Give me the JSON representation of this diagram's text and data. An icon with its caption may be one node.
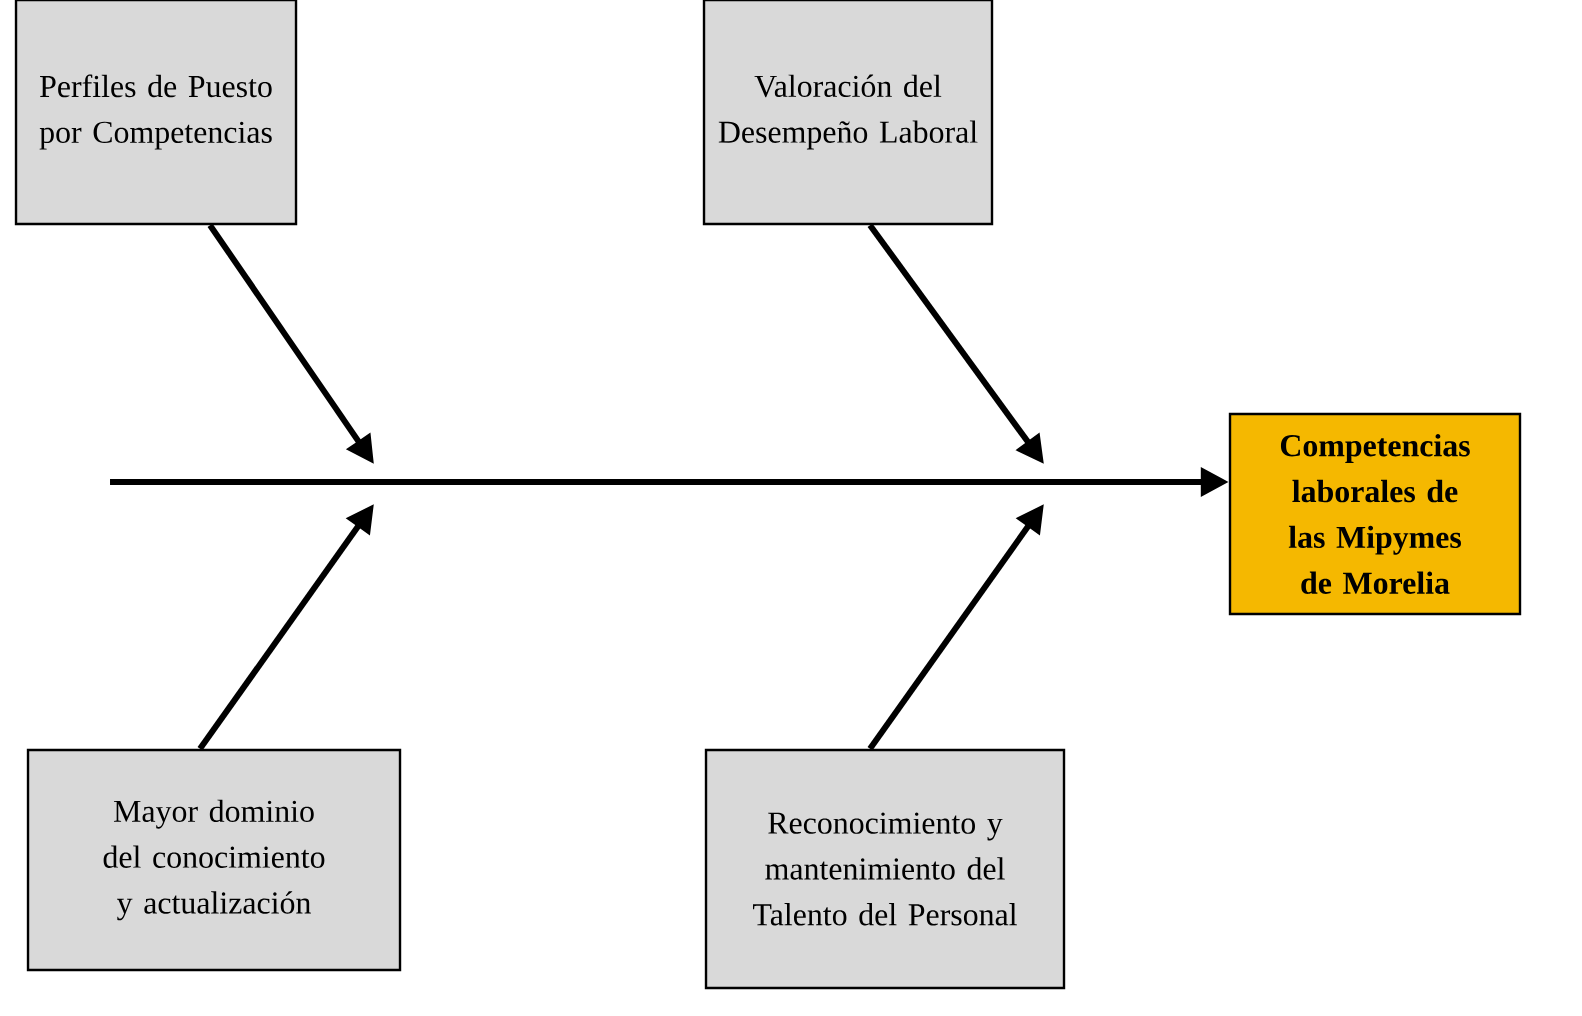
{
  "diagram": {
    "nodes": [
      {
        "text": [
          "Perfiles de Puesto por Competencias"
        ]
      },
      {
        "text": [
          "Valoración del Desempeño Laboral"
        ]
      },
      {
        "text": [
          "Mayor dominio del conocimiento y actualización"
        ]
      },
      {
        "text": [
          "Reconocimiento y mantenimiento del Talento del Personal"
        ]
      },
      {
        "text": [
          "Competencias laborales de las Mipymes de Morelia"
        ]
      }
    ],
    "edges": [
      {
        "from": null,
        "to": 4,
        "arrow": "to"
      },
      {
        "from": 0,
        "to": null,
        "arrow": "to"
      },
      {
        "from": 1,
        "to": null,
        "arrow": "to"
      },
      {
        "from": 2,
        "to": null,
        "arrow": "to"
      },
      {
        "from": 3,
        "to": null,
        "arrow": "to"
      }
    ]
  }
}
